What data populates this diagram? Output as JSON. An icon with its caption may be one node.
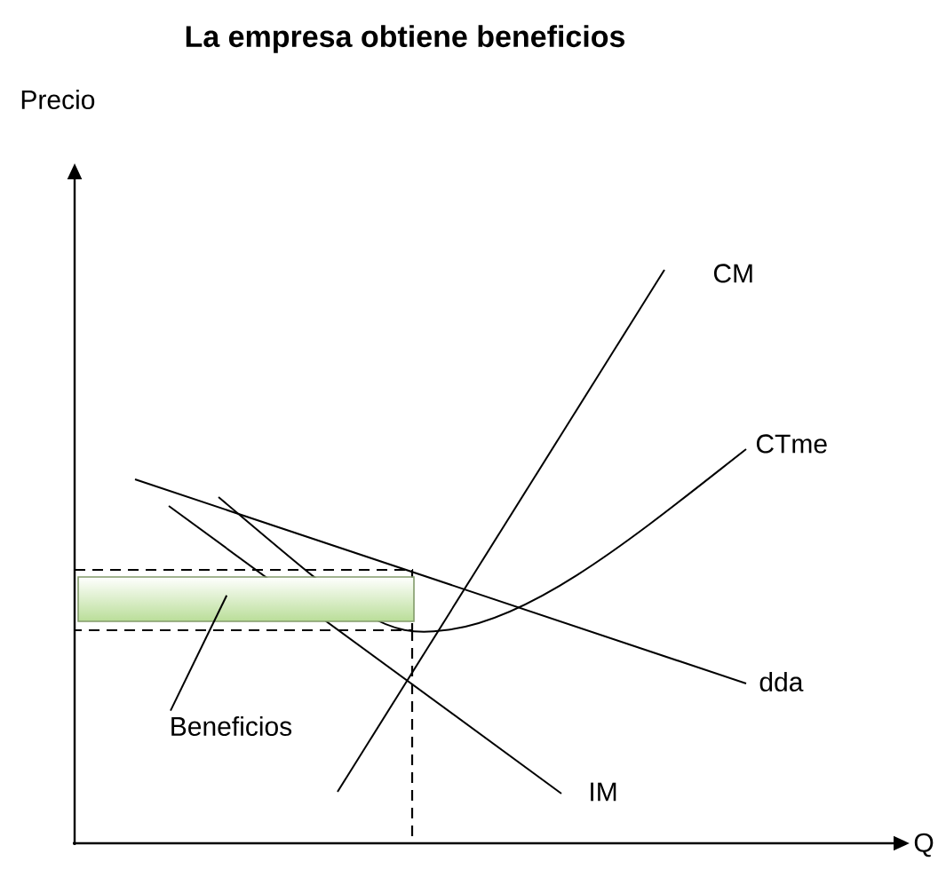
{
  "diagram": {
    "title": "La empresa obtiene beneficios",
    "nodes": [
      {
        "text": [
          "Beneficios"
        ]
      },
      {
        "text": [],
        "shape": "box"
      }
    ],
    "edges": [
      {
        "from": 0,
        "to": 1,
        "arrow": "none"
      }
    ],
    "labels": [
      "Precio",
      "CM",
      "CTme",
      "dda",
      "IM",
      "Q"
    ]
  }
}
